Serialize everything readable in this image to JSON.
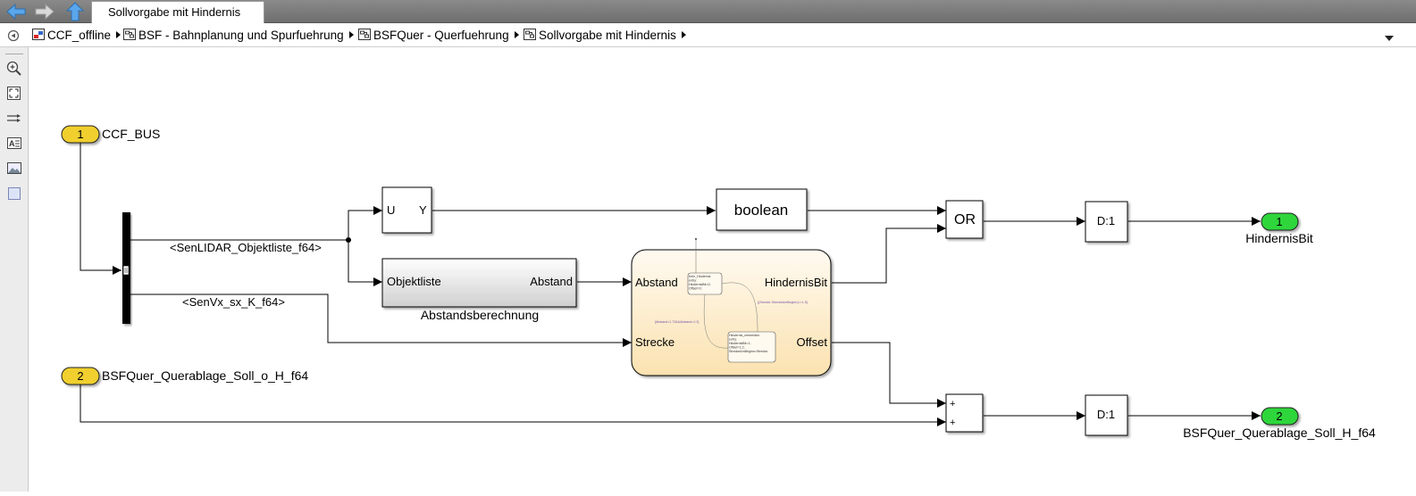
{
  "window": {
    "tab_title": "Sollvorgabe mit Hindernis"
  },
  "breadcrumb": [
    {
      "label": "CCF_offline"
    },
    {
      "label": "BSF - Bahnplanung und Spurfuehrung"
    },
    {
      "label": "BSFQuer - Querfuehrung"
    },
    {
      "label": "Sollvorgabe mit Hindernis"
    }
  ],
  "toolbar": {
    "tools": [
      "zoom-in-icon",
      "fit-view-icon",
      "signal-routing-icon",
      "annotation-icon",
      "image-icon",
      "area-icon"
    ]
  },
  "diagram": {
    "inport1": {
      "number": "1",
      "label": "CCF_BUS"
    },
    "inport2": {
      "number": "2",
      "label": "BSFQuer_Querablage_Soll_o_H_f64"
    },
    "signal_lidar": "<SenLIDAR_Objektliste_f64>",
    "signal_vx": "<SenVx_sx_K_f64>",
    "uy_block": {
      "in": "U",
      "out": "Y"
    },
    "abstand_block": {
      "in": "Objektliste",
      "out": "Abstand",
      "name": "Abstandsberechnung"
    },
    "boolean_block": "boolean",
    "chart_block": {
      "in1": "Abstand",
      "in2": "Strecke",
      "out1": "HindernisBit",
      "out2": "Offset",
      "state1": [
        "Kein_Hindernis",
        "entry:",
        "HindernisBit=0;",
        "Offset=0;"
      ],
      "state2": [
        "Hindernis_vermeiden",
        "entry:",
        "HindernisBit=1;",
        "Offset=1.2;",
        "StreckeAmBeginn=Strecke;"
      ],
      "trans1": "[Abstand<1.73&&Abstand>1.2]",
      "trans2": "[(Strecke-StreckeAmBeginn)>=1.5]"
    },
    "or_block": "OR",
    "delay1": "D:1",
    "delay2": "D:1",
    "sum_block": {
      "sign1": "+",
      "sign2": "+"
    },
    "outport1": {
      "number": "1",
      "label": "HindernisBit"
    },
    "outport2": {
      "number": "2",
      "label": "BSFQuer_Querablage_Soll_H_f64"
    }
  },
  "colors": {
    "inport": "#f0cf2d",
    "outport": "#2fd63b",
    "chart_bg": "#fff2cc",
    "topbar": "#7b7b7b"
  }
}
